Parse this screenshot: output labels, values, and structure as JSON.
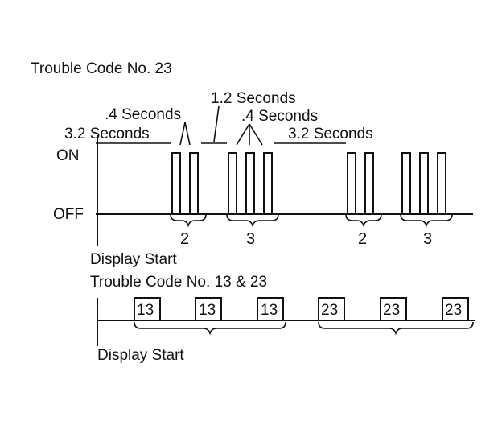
{
  "title": "Trouble Code No. 23",
  "labels": {
    "on": "ON",
    "off": "OFF",
    "long_pause_left": "3.2 Seconds",
    "short_gap": ".4 Seconds",
    "group_gap": "1.2 Seconds",
    "short_gap_second": ".4 Seconds",
    "long_pause_right": "3.2 Seconds",
    "display_start_top": "Display Start",
    "display_start_bottom": "Display Start"
  },
  "pulse_groups": [
    {
      "count": 2,
      "label": "2"
    },
    {
      "count": 3,
      "label": "3"
    },
    {
      "count": 2,
      "label": "2"
    },
    {
      "count": 3,
      "label": "3"
    }
  ],
  "second_title": "Trouble Code No. 13 & 23",
  "code_sequence": [
    "13",
    "13",
    "13",
    "23",
    "23",
    "23"
  ],
  "colors": {
    "ink": "#111111",
    "background": "#ffffff"
  }
}
